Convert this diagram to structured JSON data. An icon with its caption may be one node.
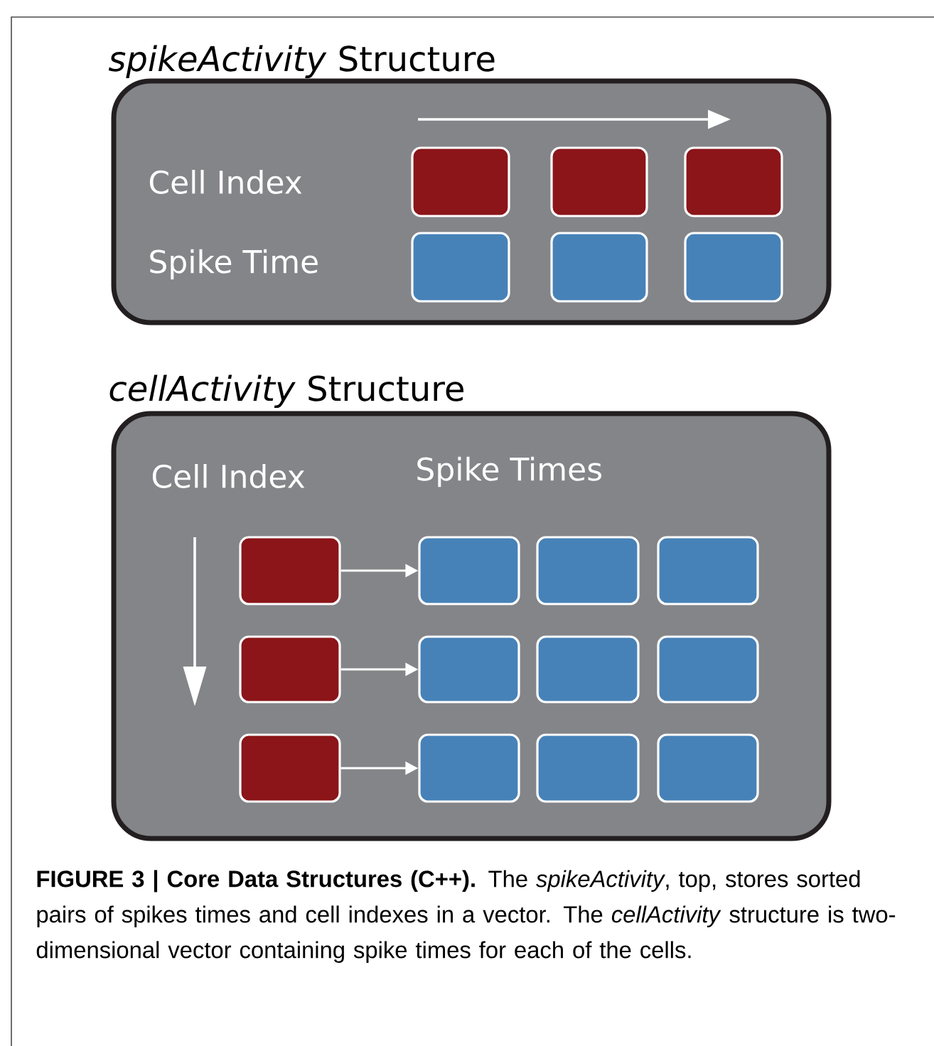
{
  "diagram": {
    "nodes": [
      {
        "text": [
          "*spikeActivity* Structure",
          "Cell Index",
          "Spike Time"
        ]
      },
      {
        "text": [],
        "shape": "box",
        "in": 0
      },
      {
        "text": [],
        "shape": "box",
        "in": 0
      },
      {
        "text": [],
        "shape": "box",
        "in": 0
      },
      {
        "text": [],
        "shape": "box",
        "in": 0
      },
      {
        "text": [],
        "shape": "box",
        "in": 0
      },
      {
        "text": [],
        "shape": "box",
        "in": 0
      },
      {
        "text": [
          "*cellActivity* Structure",
          "Cell Index",
          "Spike Times"
        ]
      },
      {
        "text": [],
        "shape": "box",
        "in": 7
      },
      {
        "text": [],
        "shape": "box",
        "in": 7
      },
      {
        "text": [],
        "shape": "box",
        "in": 7
      },
      {
        "text": [],
        "shape": "box",
        "in": 7
      },
      {
        "text": [],
        "shape": "box",
        "in": 7
      },
      {
        "text": [],
        "shape": "box",
        "in": 7
      },
      {
        "text": [],
        "shape": "box",
        "in": 7
      },
      {
        "text": [],
        "shape": "box",
        "in": 7
      },
      {
        "text": [],
        "shape": "box",
        "in": 7
      },
      {
        "text": [],
        "shape": "box",
        "in": 7
      },
      {
        "text": [],
        "shape": "box",
        "in": 7
      },
      {
        "text": [],
        "shape": "box",
        "in": 7
      }
    ],
    "edges": [
      {
        "from": 8,
        "to": 9,
        "arrow": "to"
      },
      {
        "from": 12,
        "to": 13,
        "arrow": "to"
      },
      {
        "from": 16,
        "to": 17,
        "arrow": "to"
      }
    ],
    "caption": "**FIGURE 3 | Core Data Structures (C++).** The *spikeActivity*, top, stores sorted pairs of spikes times and cell indexes in a vector. The *cellActivity* structure is two-dimensional vector containing spike times for each of the cells."
  }
}
